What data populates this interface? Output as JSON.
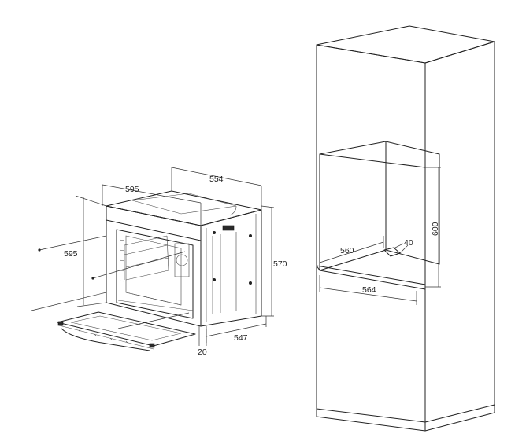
{
  "oven": {
    "dims": {
      "width_top": "554",
      "width_front": "595",
      "height_left": "595",
      "height_right": "570",
      "depth": "547",
      "front_offset": "20"
    }
  },
  "cabinet": {
    "dims": {
      "niche_depth": "560",
      "vent_gap": "40",
      "niche_height": "600",
      "niche_width": "564"
    }
  }
}
